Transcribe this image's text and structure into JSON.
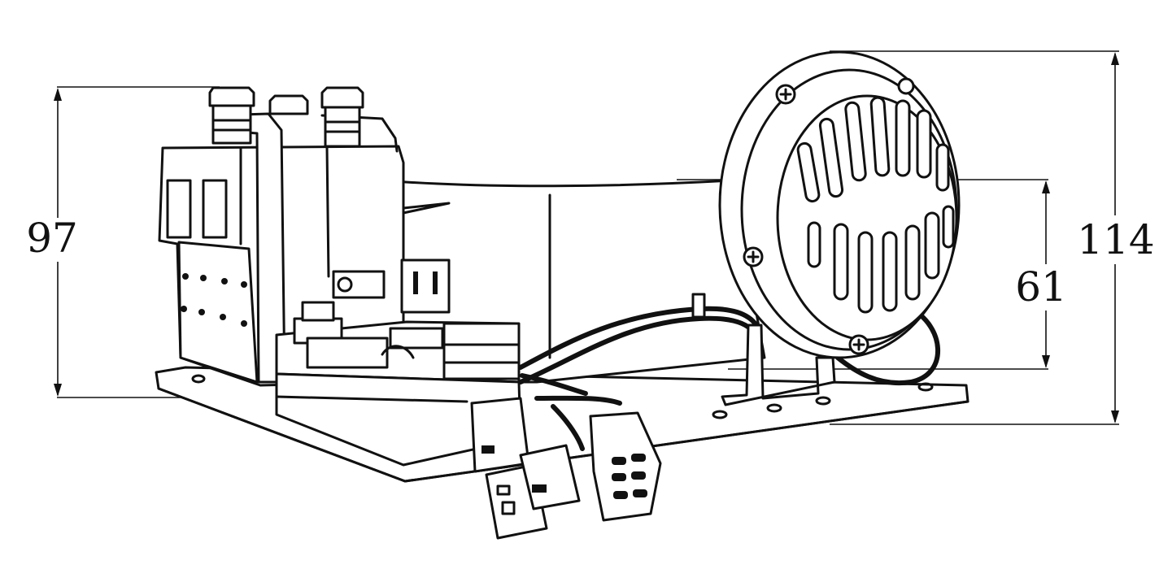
{
  "drawing": {
    "dimensions": [
      {
        "id": "left-height",
        "value": "97"
      },
      {
        "id": "speaker-height",
        "value": "61"
      },
      {
        "id": "overall-height",
        "value": "114"
      }
    ]
  }
}
